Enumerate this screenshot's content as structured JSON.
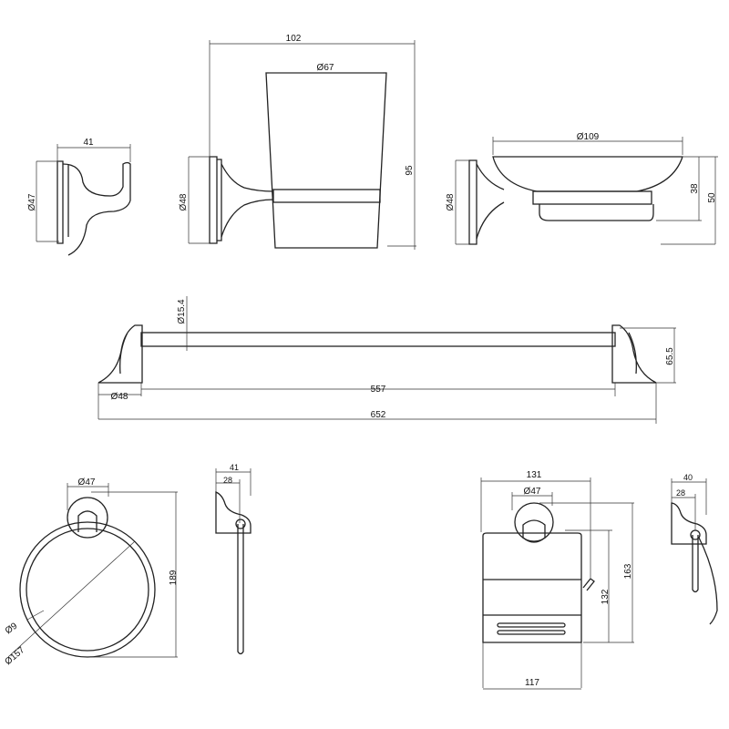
{
  "colors": {
    "line": "#222222",
    "background": "#ffffff"
  },
  "robe_hook": {
    "width": "41",
    "base_diameter": "Ø47"
  },
  "tumbler_holder": {
    "depth": "102",
    "cup_diameter": "Ø67",
    "base_diameter": "Ø48",
    "height": "95"
  },
  "soap_dish": {
    "dish_diameter": "Ø109",
    "base_diameter": "Ø48",
    "dish_height": "38",
    "total_height": "50"
  },
  "towel_bar": {
    "bar_diameter": "Ø15.4",
    "depth": "65.5",
    "base_diameter": "Ø48",
    "inner_length": "557",
    "total_length": "652"
  },
  "towel_ring": {
    "base_diameter": "Ø47",
    "side_depth": "41",
    "side_offset": "28",
    "height": "189",
    "rod_diameter": "Ø9",
    "ring_diameter": "Ø157"
  },
  "paper_holder": {
    "width": "131",
    "base_diameter": "Ø47",
    "height": "163",
    "cover_height": "132",
    "cover_width": "117",
    "side_depth": "40",
    "side_offset": "28"
  }
}
